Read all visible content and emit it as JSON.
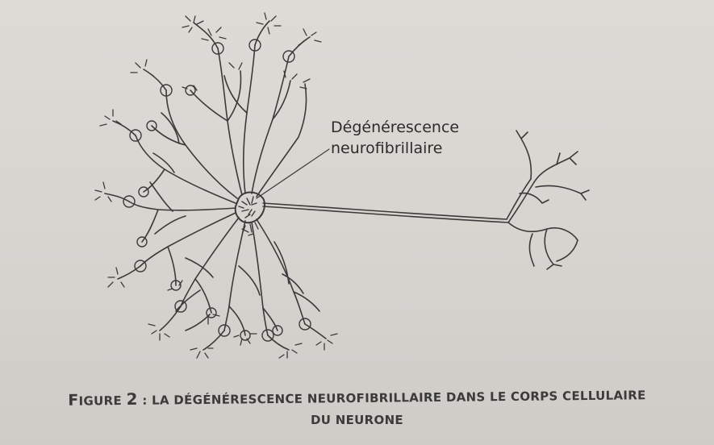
{
  "figure": {
    "annotation": {
      "line1": "Dégénérescence",
      "line2": "neurofibrillaire"
    },
    "caption": {
      "prefix_initial": "F",
      "prefix_rest": "IGURE",
      "number": "2",
      "line1_rest": ": LA DÉGÉNÉRESCENCE NEUROFIBRILLAIRE DANS LE CORPS CELLULAIRE",
      "line2": "DU NEURONE"
    }
  }
}
